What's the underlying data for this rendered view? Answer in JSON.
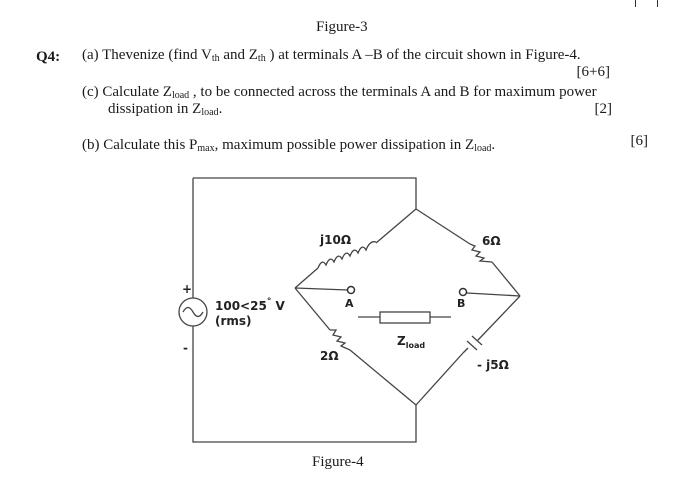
{
  "figure3_caption": "Figure-3",
  "question": {
    "number": "Q4:",
    "part_a": {
      "prefix": "(a) Thevenize (find V",
      "vth_sub": "th",
      "mid": " and Z",
      "zth_sub": "th",
      "suffix": " ) at terminals A –B of  the circuit shown in Figure-4.",
      "marks": "[6+6]"
    },
    "part_c": {
      "prefix": "(c) Calculate Z",
      "sub1": "load",
      "middle": " , to be connected across the terminals A  and B for maximum power",
      "line2_prefix": "dissipation in Z",
      "sub2": "load",
      "line2_suffix": ".",
      "marks": "[2]"
    },
    "part_b": {
      "prefix": "(b) Calculate this P",
      "sub1": "max",
      "middle": ", maximum possible power dissipation in Z",
      "sub2": "load",
      "suffix": ".",
      "marks": "[6]"
    }
  },
  "circuit": {
    "source_plus": "+",
    "source_minus": "-",
    "source_value": "100<25",
    "source_deg": "°",
    "source_unit": " V",
    "source_rms": "(rms)",
    "inductor": "j10Ω",
    "resistor_top_right": "6Ω",
    "resistor_bottom_left": "2Ω",
    "capacitor": "- j5Ω",
    "terminal_a": "A",
    "terminal_b": "B",
    "load_main": "Z",
    "load_sub": "load"
  },
  "figure4_caption": "Figure-4"
}
